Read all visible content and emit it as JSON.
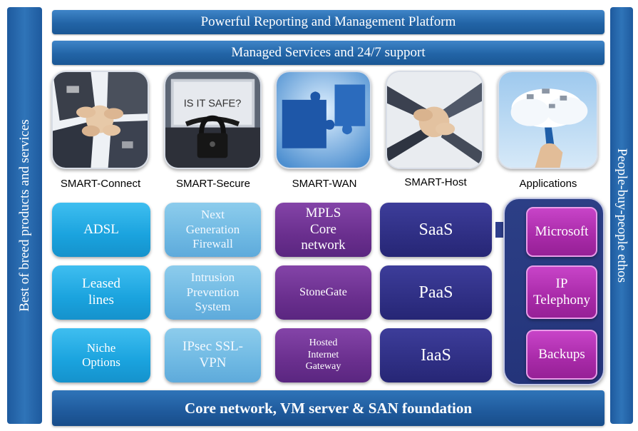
{
  "sidebars": {
    "left": "Best of breed products and services",
    "right": "People-buy-people ethos"
  },
  "bands": {
    "top": "Powerful Reporting and Management Platform",
    "managed": "Managed Services and 24/7 support",
    "bottom": "Core network, VM server & SAN foundation"
  },
  "photos": {
    "secure_sign": "IS IT SAFE?"
  },
  "columns": [
    {
      "label": "SMART-Connect",
      "tiles": [
        "ADSL",
        "Leased lines",
        "Niche Options"
      ]
    },
    {
      "label": "SMART-Secure",
      "tiles": [
        "Next Generation Firewall",
        "Intrusion Prevention System",
        "IPsec SSL-VPN"
      ]
    },
    {
      "label": "SMART-WAN",
      "tiles": [
        "MPLS Core network",
        "StoneGate",
        "Hosted Internet Gateway"
      ]
    },
    {
      "label": "SMART-Host",
      "tiles": [
        "SaaS",
        "PaaS",
        "IaaS"
      ]
    },
    {
      "label": "Applications",
      "tiles": [
        "Microsoft",
        "IP Telephony",
        "Backups"
      ]
    }
  ],
  "colors": {
    "band_blue": "#2264a6",
    "connect_cyan": "#1aa3de",
    "secure_light_blue": "#6fb9e3",
    "wan_purple": "#6a2f8e",
    "host_navy": "#2f2f84",
    "apps_magenta": "#a82aa8"
  }
}
